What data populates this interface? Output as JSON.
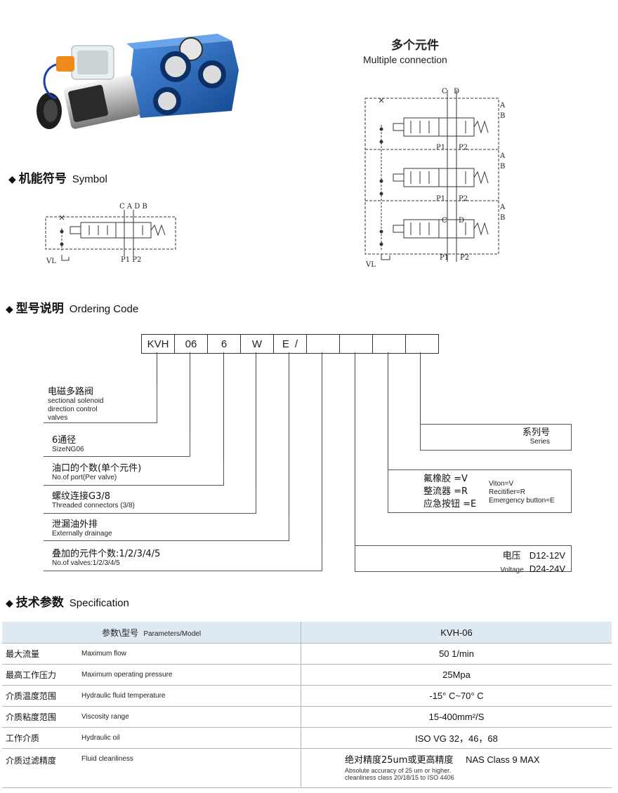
{
  "multiple": {
    "title_cn": "多个元件",
    "title_en": "Multiple connection"
  },
  "symbol_heading": {
    "cn": "机能符号",
    "en": "Symbol"
  },
  "symbol_labels": {
    "cadb": "C A D B",
    "p1p2": "P1  P2",
    "vl": "VL"
  },
  "multi_labels": {
    "c": "C",
    "d": "D",
    "a": "A",
    "b": "B",
    "p1": "P1",
    "p2": "P2",
    "vl": "VL"
  },
  "ordering_heading": {
    "cn": "型号说明",
    "en": "Ordering Code"
  },
  "code_cells": [
    "KVH",
    "06",
    "6",
    "W",
    "E",
    "",
    "",
    "",
    ""
  ],
  "code_slash": "/",
  "ordering": {
    "valve": {
      "cn": "电磁多路阀",
      "en1": "sectional solenoid",
      "en2": "direction control",
      "en3": "valves"
    },
    "size": {
      "cn": "6通径",
      "en": "SizeNG06"
    },
    "ports": {
      "cn": "油口的个数(单个元件)",
      "en": "No.of port(Per valve)"
    },
    "thread": {
      "cn": "螺纹连接G3/8",
      "en": "Threaded connectors (3/8)"
    },
    "drain": {
      "cn": "泄漏油外排",
      "en": "Externally drainage"
    },
    "count": {
      "cn": "叠加的元件个数:1/2/3/4/5",
      "en": "No.of valves:1/2/3/4/5"
    },
    "series": {
      "cn": "系列号",
      "en": "Series"
    },
    "options": {
      "cn1": "氟橡胶 =V",
      "cn2": "整流器 =R",
      "cn3": "应急按钮 =E",
      "en1": "Viton=V",
      "en2": "Recitifier=R",
      "en3": "Emergency button=E"
    },
    "voltage": {
      "cn": "电压",
      "en": "Voltage",
      "v1": "D12-12V",
      "v2": "D24-24V"
    }
  },
  "spec_heading": {
    "cn": "技术参数",
    "en": "Specification"
  },
  "spec": {
    "head_left_cn": "参数\\型号",
    "head_left_en": "Parameters/Model",
    "head_right": "KVH-06",
    "rows": [
      {
        "cn": "最大流量",
        "en": "Maximum  flow",
        "val": "50 1/min"
      },
      {
        "cn": "最高工作压力",
        "en": "Maximum  operating  pressure",
        "val": "25Mpa"
      },
      {
        "cn": "介质温度范围",
        "en": "Hydraulic  fluid  temperature",
        "val": "-15°  C~70°  C"
      },
      {
        "cn": "介质粘度范围",
        "en": "Viscosity  range",
        "val": "15-400mm²/S"
      },
      {
        "cn": "工作介质",
        "en": "Hydraulic  oil",
        "val": "ISO VG 32，46，68"
      }
    ],
    "last": {
      "cn": "介质过滤精度",
      "en": "Fluid  cleanliness",
      "val_cn": "绝对精度25um或更高精度",
      "val_nas": "NAS Class 9 MAX",
      "fine1": "Absolute accuracy of 25 um or higher.",
      "fine2": "cleanliness class 20/18/15 to ISO 4406"
    }
  },
  "colors": {
    "valve_blue": "#1f5fb0",
    "header_bg": "#dfe9f2",
    "connector_orange": "#f08a1c"
  }
}
